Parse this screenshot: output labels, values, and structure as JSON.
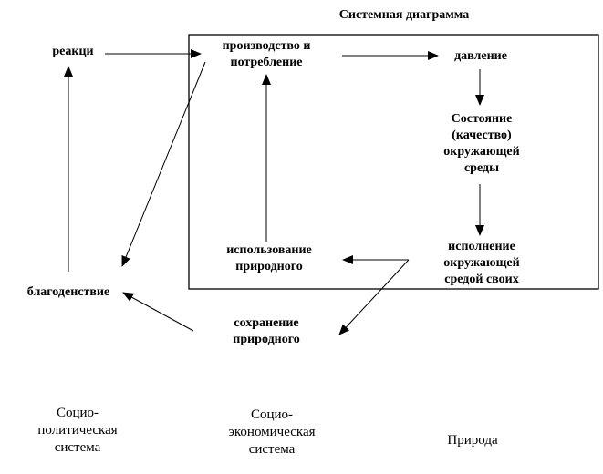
{
  "title": "Системная диаграмма",
  "nodes": {
    "reaction": [
      "реакци"
    ],
    "production": [
      "производство и",
      "потребление"
    ],
    "pressure": [
      "давление"
    ],
    "state": [
      "Состояние",
      "(качество)",
      "окружающей",
      "среды"
    ],
    "execution": [
      "исполнение",
      "окружающей",
      "средой своих"
    ],
    "use": [
      "использование",
      "природного"
    ],
    "wellbeing": [
      "благоденствие"
    ],
    "preservation": [
      "сохранение",
      "природного"
    ]
  },
  "systems": {
    "socio_political": [
      "Социо-",
      "политическая",
      "система"
    ],
    "socio_economic": [
      "Социо-",
      "экономическая",
      "система"
    ],
    "nature": [
      "Природа"
    ]
  },
  "colors": {
    "line": "#000000",
    "background": "#ffffff"
  }
}
